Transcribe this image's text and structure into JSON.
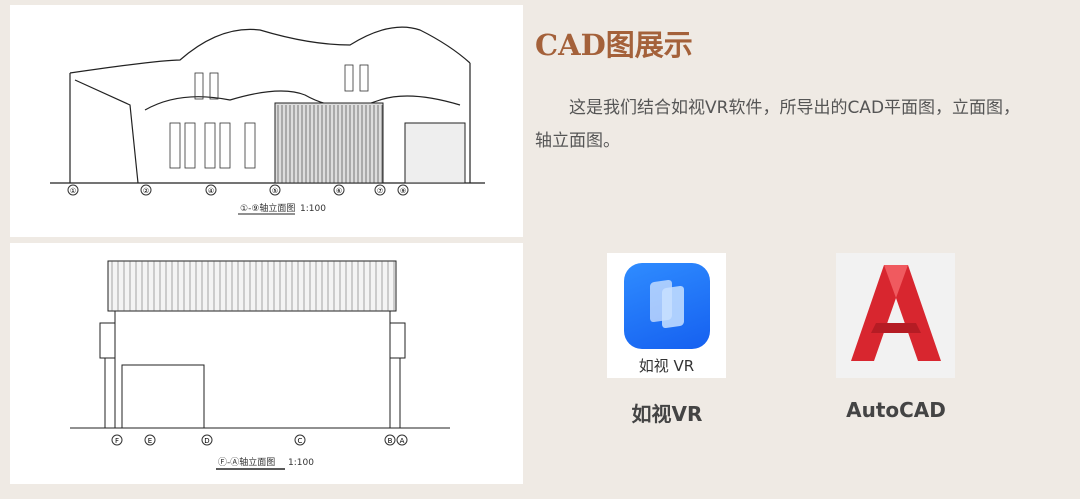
{
  "title": "CAD图展示",
  "paragraph": "这是我们结合如视VR软件，所导出的CAD平面图，立面图，轴立面图。",
  "drawings": [
    {
      "caption": "①-⑨轴立面图",
      "scale": "1:100",
      "axes": [
        "①",
        "②",
        "④",
        "⑤",
        "⑥",
        "⑦",
        "⑨"
      ]
    },
    {
      "caption": "Ⓕ-Ⓐ轴立面图",
      "scale": "1:100",
      "axes": [
        "F",
        "E",
        "D",
        "C",
        "B",
        "A"
      ]
    }
  ],
  "apps": [
    {
      "name": "如视VR",
      "icon_text": "如视 VR",
      "icon": "realsee-vr-icon",
      "color": "#1a6ef5"
    },
    {
      "name": "AutoCAD",
      "icon": "autocad-icon",
      "color": "#d8262f"
    }
  ],
  "colors": {
    "title": "#a4613a",
    "background": "#efeae4"
  }
}
